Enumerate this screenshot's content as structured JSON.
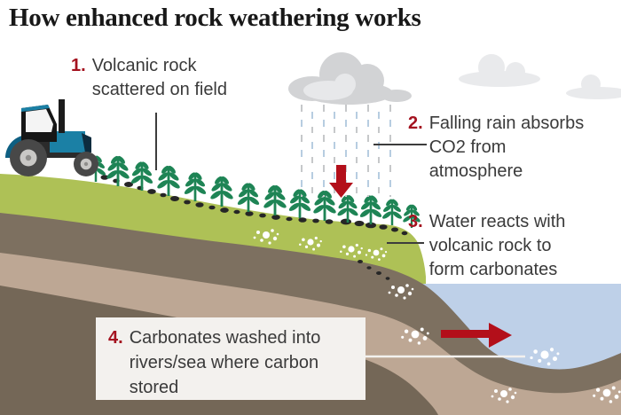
{
  "title": "How enhanced rock weathering works",
  "steps": {
    "step1": {
      "number": "1.",
      "lines": [
        "Volcanic rock",
        "scattered on field"
      ]
    },
    "step2": {
      "number": "2.",
      "lines": [
        "Falling rain absorbs",
        "CO2 from",
        "atmosphere"
      ]
    },
    "step3": {
      "number": "3.",
      "lines": [
        "Water reacts with",
        "volcanic rock to",
        "form carbonates"
      ]
    },
    "step4": {
      "number": "4.",
      "lines": [
        "Carbonates washed into",
        "rivers/sea where carbon",
        "stored"
      ]
    }
  },
  "colors": {
    "accent_red": "#a4121f",
    "arrow_red": "#b30f1a",
    "field_green": "#aec156",
    "plant_green": "#1e8455",
    "soil_dark": "#7d7060",
    "soil_tan": "#bda794",
    "soil_deep": "#746757",
    "water_blue": "#bed0e8",
    "cloud_gray": "#d2d3d5",
    "cloud_light": "#e9eaec",
    "rock_black": "#262626",
    "carbonate_white": "#ffffff",
    "callout_bg": "#f3f1ee",
    "text_dark": "#3a3a3a"
  },
  "icons": {
    "tractor": "tractor-icon",
    "plant": "plant-icon",
    "cloud": "cloud-icon",
    "rain": "rain-icon",
    "down_arrow": "arrow-down-icon",
    "right_arrow": "arrow-right-icon",
    "rock": "rock-icon",
    "carbonate_cluster": "carbonate-dots-icon"
  }
}
